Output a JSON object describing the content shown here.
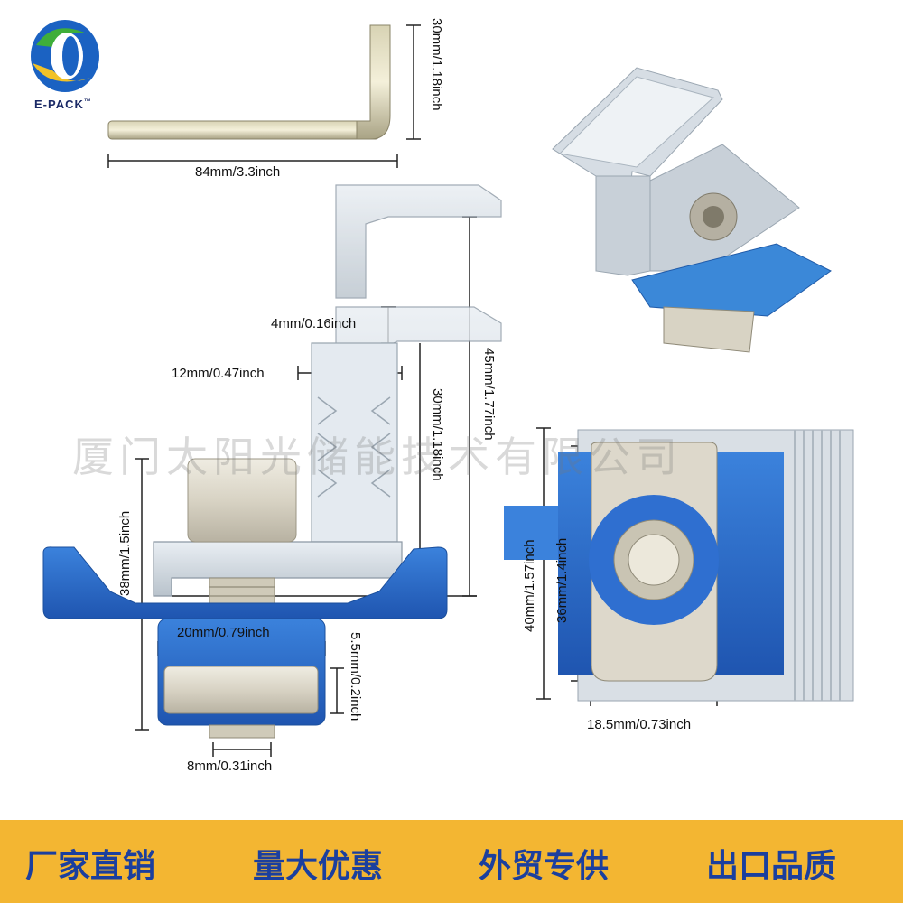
{
  "brand": {
    "name": "E-PACK",
    "trademark": "™"
  },
  "watermark": "厦门太阳光储能技术有限公司",
  "dimensions": {
    "wrench_height": "30mm/1.18inch",
    "wrench_length": "84mm/3.3inch",
    "plate_thickness": "4mm/0.16inch",
    "clamp_width": "12mm/0.47inch",
    "clamp_range": "30mm/1.18inch",
    "clamp_height": "45mm/1.77inch",
    "total_height": "38mm/1.5inch",
    "base_width": "20mm/0.79inch",
    "nut_thickness": "5.5mm/0.2inch",
    "bolt_diameter": "8mm/0.31inch",
    "outer_height": "40mm/1.57inch",
    "inner_height": "36mm/1.4inch",
    "nut_width": "18.5mm/0.73inch"
  },
  "slogans": [
    "厂家直销",
    "量大优惠",
    "外贸专供",
    "出口品质"
  ],
  "colors": {
    "accent_blue": "#2f6fd0",
    "banner": "#f3b632",
    "slogan_text": "#1b3f9e"
  }
}
